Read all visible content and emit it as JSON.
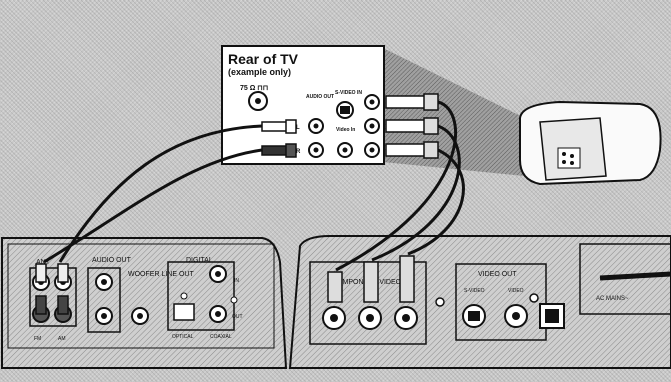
{
  "tv_panel": {
    "title": "Rear of TV",
    "subtitle": "(example only)",
    "antenna_label": "75 Ω ⊓⊓",
    "audio_out_label": "AUDIO OUT",
    "svideo_in_label": "S-VIDEO IN",
    "video_in_label": "Video In",
    "left_label": "L",
    "right_label": "R"
  },
  "left_unit": {
    "antenna_label": "ANT",
    "audio_out_label": "AUDIO OUT",
    "woofer_label": "WOOFER LINE OUT",
    "digital_label": "DIGITAL",
    "optical_label": "OPTICAL",
    "coaxial_label": "COAXIAL",
    "fm_label": "FM",
    "am_label": "AM",
    "in_label": "IN",
    "out_label": "OUT"
  },
  "right_unit": {
    "component_video_label": "COMPONENT VIDEO",
    "video_out_label": "VIDEO OUT",
    "svideo_label": "S-VIDEO",
    "video_label": "VIDEO",
    "ac_mains_label": "AC MAINS~"
  }
}
